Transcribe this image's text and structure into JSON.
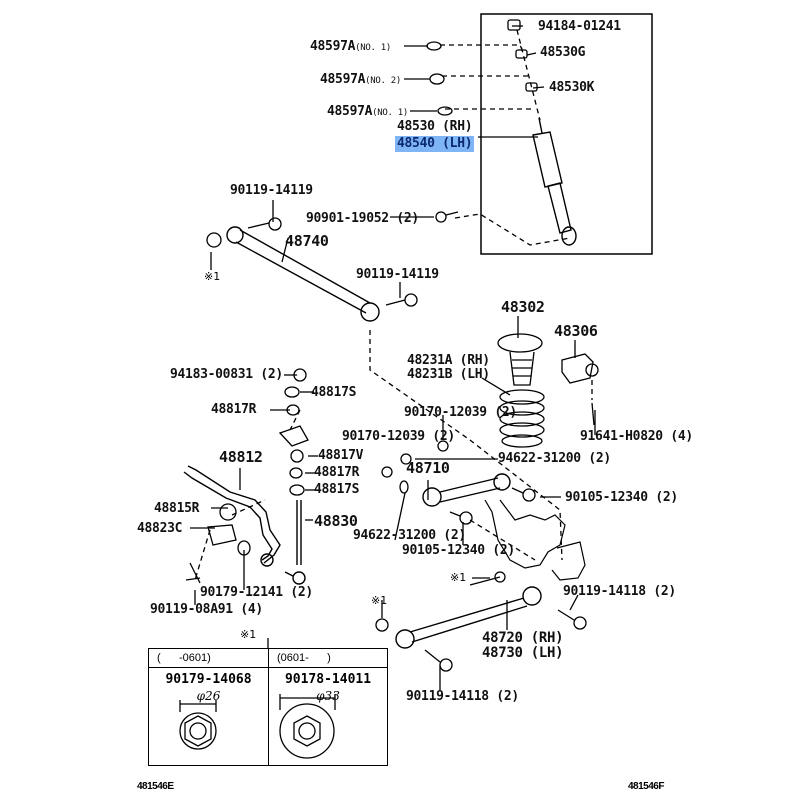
{
  "diagram": {
    "title": "Rear suspension parts diagram",
    "figure_refs": {
      "left": "481546E",
      "right": "481546F"
    },
    "selected_part": "48540 (LH)",
    "colors": {
      "line": "#000000",
      "highlight": "#7fb4f5",
      "background": "#ffffff"
    }
  },
  "labels": {
    "p94184_01241": "94184-01241",
    "p48530G": "48530G",
    "p48530K": "48530K",
    "p48597A_1a": "48597A",
    "p48597A_1a_note": "(NO. 1)",
    "p48597A_2": "48597A",
    "p48597A_2_note": "(NO. 2)",
    "p48597A_1b": "48597A",
    "p48597A_1b_note": "(NO. 1)",
    "p48530_rh": "48530 (RH)",
    "p48540_lh": "48540 (LH)",
    "p90119_14119_a": "90119-14119",
    "p90901_19052": "90901-19052 (2)",
    "p48740": "48740",
    "mark1_a": "※1",
    "p90119_14119_b": "90119-14119",
    "p48302": "48302",
    "p48306": "48306",
    "p48231A": "48231A (RH)",
    "p48231B": "48231B (LH)",
    "p94183_00831": "94183-00831 (2)",
    "p48817S_a": "48817S",
    "p48817R_a": "48817R",
    "p90170_12039_a": "90170-12039 (2)",
    "p90170_12039_b": "90170-12039 (2)",
    "p91641_H0820": "91641-H0820 (4)",
    "p48817V": "48817V",
    "p48817R_b": "48817R",
    "p48817S_b": "48817S",
    "p48812": "48812",
    "p48710": "48710",
    "p94622_31200_a": "94622-31200 (2)",
    "p90105_12340_a": "90105-12340 (2)",
    "p48815R": "48815R",
    "p48823C": "48823C",
    "p48830": "48830",
    "p94622_31200_b": "94622-31200 (2)",
    "p90105_12340_b": "90105-12340 (2)",
    "mark1_b": "※1",
    "p90179_12141": "90179-12141 (2)",
    "p90119_08A91": "90119-08A91 (4)",
    "p90119_14118_a": "90119-14118 (2)",
    "mark1_c": "※1",
    "p48720": "48720 (RH)",
    "p48730": "48730 (LH)",
    "p90119_14118_b": "90119-14118 (2)"
  },
  "variant_table": {
    "mark": "※1",
    "columns": [
      {
        "range": "(      -0601)",
        "part_number": "90179-14068",
        "diameter": "φ26"
      },
      {
        "range": "(0601-      )",
        "part_number": "90178-14011",
        "diameter": "φ33"
      }
    ]
  }
}
